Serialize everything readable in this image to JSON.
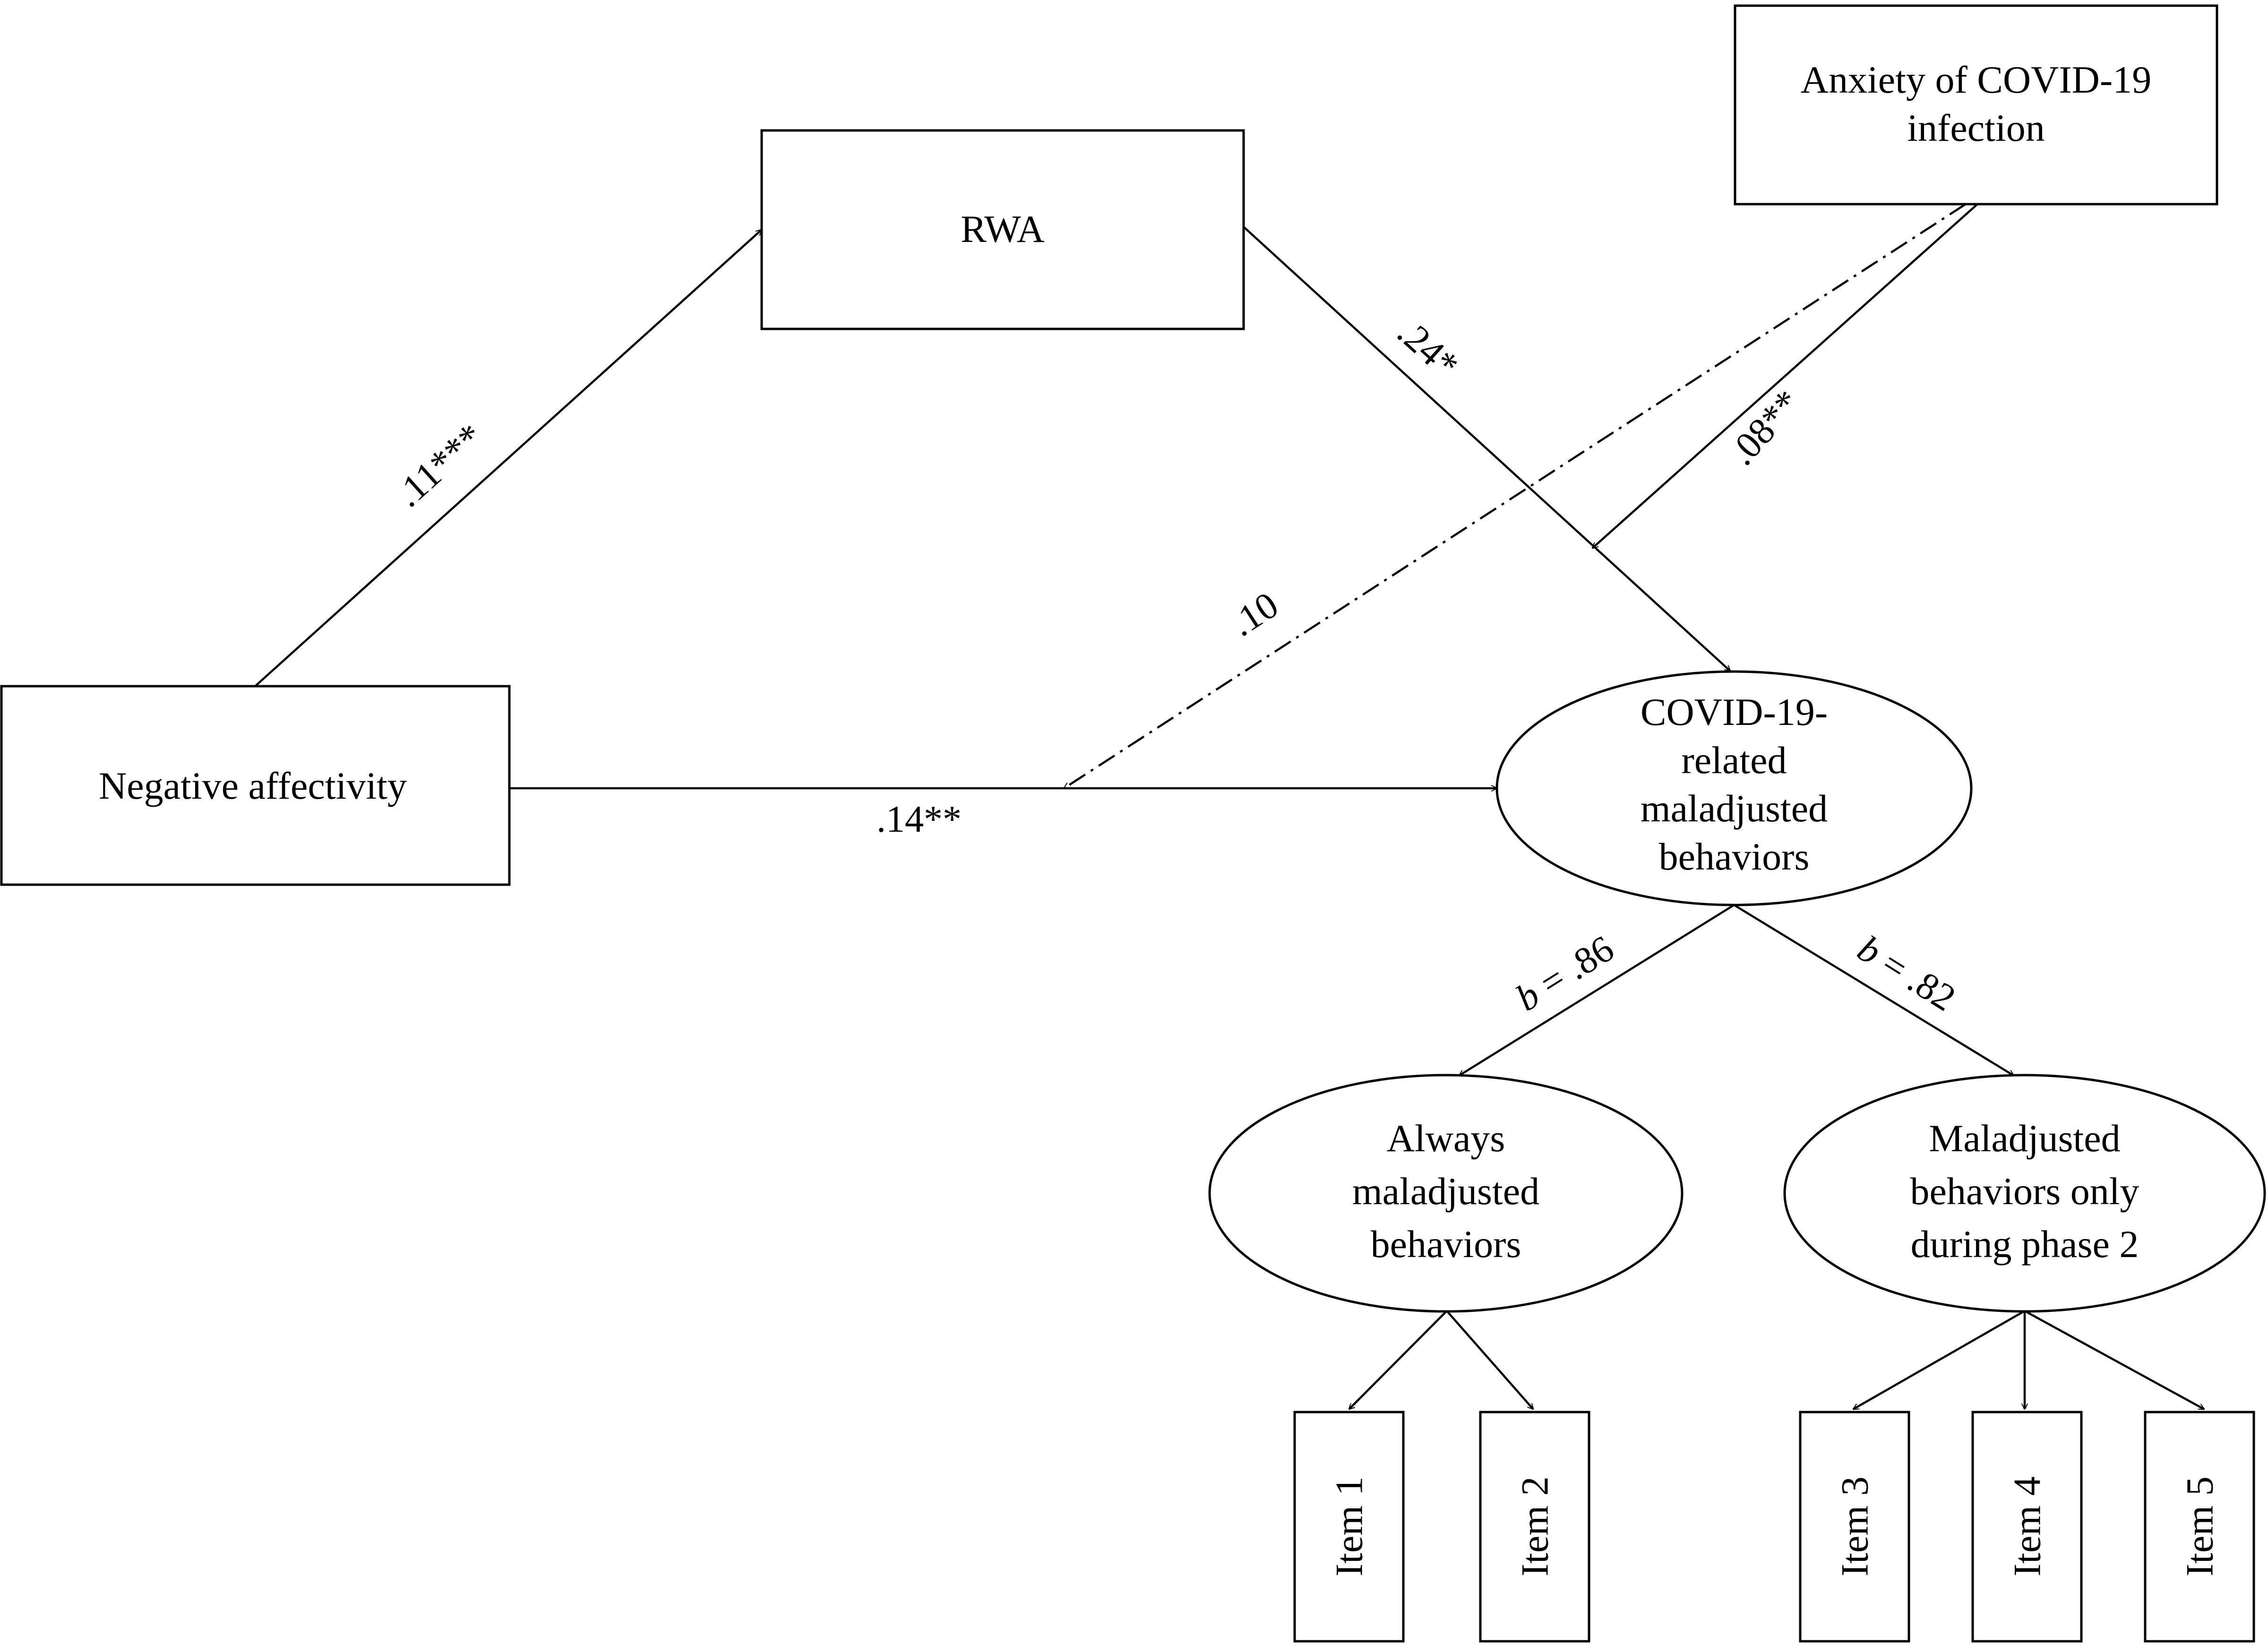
{
  "nodes": {
    "rwa": "RWA",
    "anxiety": [
      "Anxiety  of COVID-19",
      "infection"
    ],
    "negative_affectivity": "Negative  affectivity",
    "covid_behaviors": [
      "COVID-19-",
      "related",
      "maladjusted",
      "behaviors"
    ],
    "always_maladjusted": [
      "Always",
      "maladjusted",
      "behaviors"
    ],
    "phase2_maladjusted": [
      "Maladjusted",
      "behaviors only",
      "during phase 2"
    ],
    "items": [
      "Item 1",
      "Item 2",
      "Item 3",
      "Item 4",
      "Item 5"
    ]
  },
  "coefficients": {
    "negaff_to_rwa": ".11***",
    "rwa_to_covid": ".24*",
    "anxiety_moderation": ".08**",
    "anxiety_dashed": ".10",
    "negaff_to_covid": ".14**",
    "loading_always": {
      "symbol": "b",
      "value": " = .86"
    },
    "loading_phase2": {
      "symbol": "b",
      "value": " = .82"
    }
  }
}
